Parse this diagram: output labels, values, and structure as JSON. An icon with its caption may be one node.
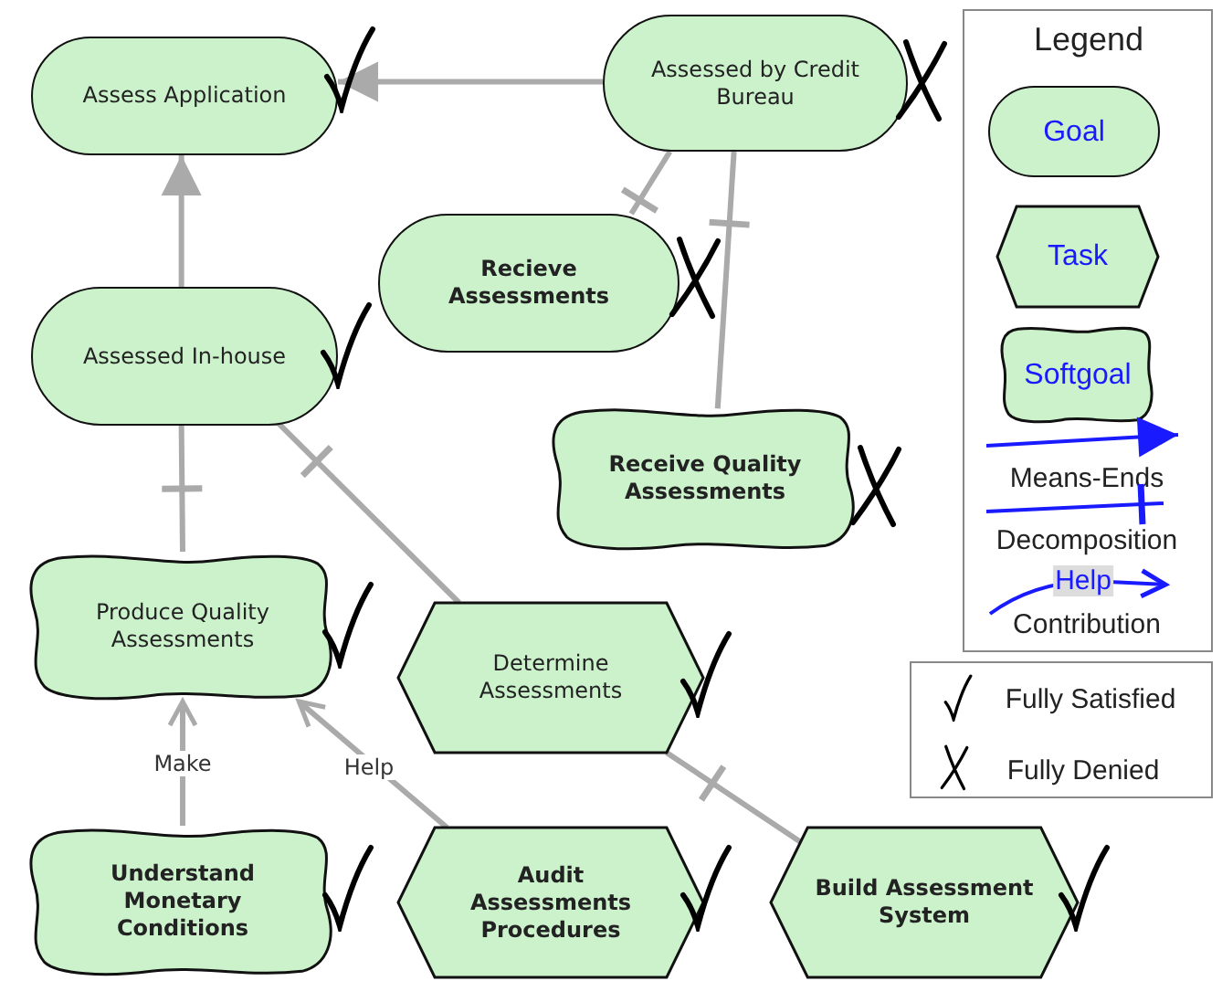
{
  "diagram": {
    "nodes": [
      {
        "text": [
          "Assess Application"
        ]
      },
      {
        "text": [
          "Assessed by Credit Bureau"
        ]
      },
      {
        "text": [
          "Recieve Assessments"
        ]
      },
      {
        "text": [
          "Assessed In-house"
        ]
      },
      {
        "text": [
          "Receive Quality Assessments"
        ]
      },
      {
        "text": [
          "Produce Quality Assessments"
        ]
      },
      {
        "text": [
          "Determine Assessments"
        ]
      },
      {
        "text": [
          "Understand Monetary Conditions"
        ]
      },
      {
        "text": [
          "Audit Assessments Procedures"
        ]
      },
      {
        "text": [
          "Build Assessment System"
        ]
      }
    ],
    "edges": [
      {
        "from": 1,
        "to": 0,
        "arrow": "to"
      },
      {
        "from": 3,
        "to": 0,
        "arrow": "to"
      },
      {
        "from": 2,
        "to": 1,
        "arrow": "other"
      },
      {
        "from": 4,
        "to": 1,
        "arrow": "other"
      },
      {
        "from": 6,
        "to": 3,
        "arrow": "other"
      },
      {
        "from": 5,
        "to": 3,
        "arrow": "other"
      },
      {
        "from": 9,
        "to": 6,
        "arrow": "other"
      },
      {
        "from": 7,
        "to": 5,
        "arrow": "to",
        "label": "Make"
      },
      {
        "from": 8,
        "to": 5,
        "arrow": "to",
        "label": "Help"
      }
    ],
    "labels": [
      "Legend",
      "Help"
    ],
    "legend": [
      {
        "text": "Goal"
      },
      {
        "text": "Task"
      },
      {
        "text": "Softgoal"
      },
      {
        "text": "Means-Ends"
      },
      {
        "text": "Decomposition"
      },
      {
        "text": "Contribution"
      },
      {
        "text": "Fully Satisfied"
      },
      {
        "text": "Fully Denied"
      }
    ]
  }
}
